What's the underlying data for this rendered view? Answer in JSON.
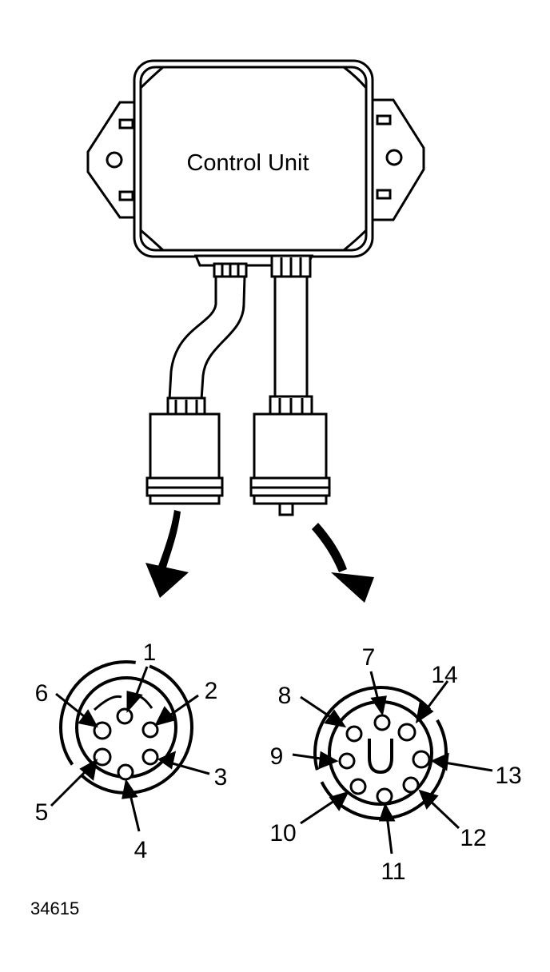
{
  "diagram": {
    "unit_label": "Control Unit",
    "figure_number": "34615",
    "left_connector": {
      "pins": [
        {
          "num": "1",
          "filled": false
        },
        {
          "num": "2",
          "filled": false
        },
        {
          "num": "3",
          "filled": false
        },
        {
          "num": "4",
          "filled": false
        },
        {
          "num": "5",
          "filled": true
        },
        {
          "num": "6",
          "filled": true
        }
      ]
    },
    "right_connector": {
      "pins": [
        {
          "num": "7",
          "filled": false
        },
        {
          "num": "8",
          "filled": false
        },
        {
          "num": "9",
          "filled": false
        },
        {
          "num": "10",
          "filled": false
        },
        {
          "num": "11",
          "filled": false
        },
        {
          "num": "12",
          "filled": false
        },
        {
          "num": "13",
          "filled": true
        },
        {
          "num": "14",
          "filled": true
        }
      ]
    }
  }
}
